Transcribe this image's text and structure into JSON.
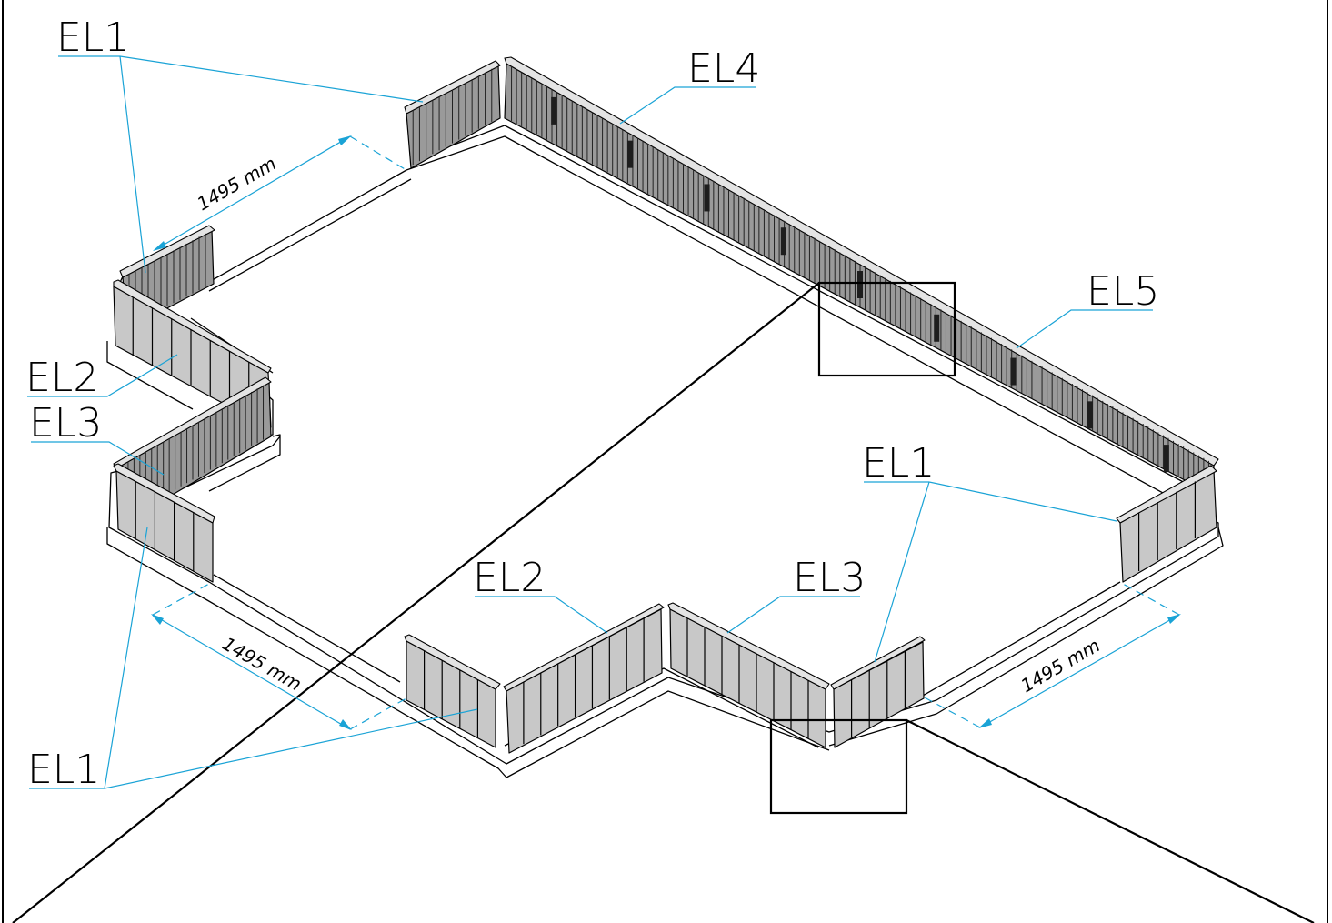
{
  "labels": {
    "el1_top_left": "EL1",
    "el4": "EL4",
    "el5": "EL5",
    "el2_left": "EL2",
    "el3_left": "EL3",
    "el1_right": "EL1",
    "el2_bottom": "EL2",
    "el3_bottom": "EL3",
    "el1_bottom_left": "EL1"
  },
  "dimensions": {
    "top_left": "1495 mm",
    "bottom_left": "1495 mm",
    "bottom_right": "1495 mm"
  },
  "colors": {
    "leader": "#1aa3d6",
    "panel": "#c8c8c8",
    "ribbed_panel": "#9a9a9a",
    "outline": "#000000"
  }
}
